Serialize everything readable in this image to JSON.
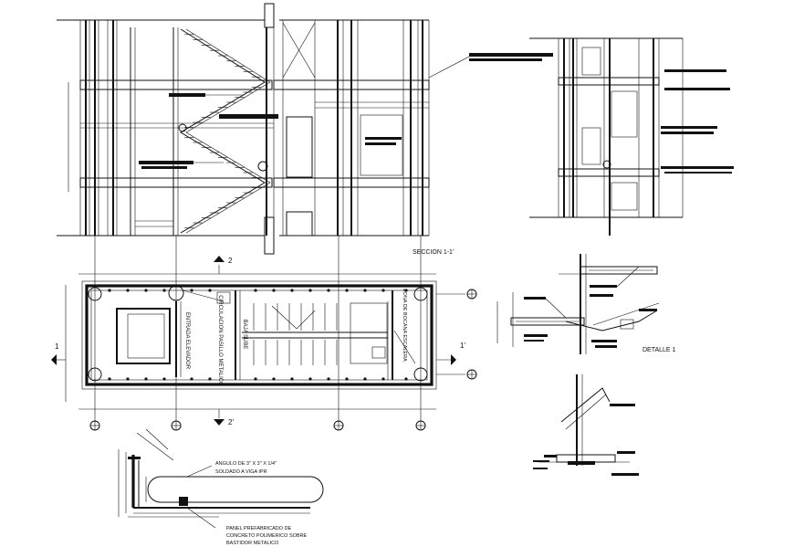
{
  "section": {
    "title": "SECCION 1-1'"
  },
  "plan": {
    "room_labels": [
      "ENTRADA ELEVADOR",
      "CIRCULACION PASILLO METALICO",
      "BAJA SUBE",
      "ZONA DE BOCANA ESCALERA"
    ],
    "axis_labels": {
      "section_top": "2",
      "section_bottom": "2'",
      "left_axis": "1",
      "right_axis": "1'"
    }
  },
  "detail1": {
    "title": "DETALLE 1"
  },
  "bottom_detail": {
    "note_top_line1": "ANGULO DE 3\" X 3\" X 1/4\"",
    "note_top_line2": "SOLDADO A VIGA IPR",
    "note_bottom_line1": "PANEL PREFABRICADO DE",
    "note_bottom_line2": "CONCRETO POLIMERICO SOBRE",
    "note_bottom_line3": "BASTIDOR METALICO"
  }
}
